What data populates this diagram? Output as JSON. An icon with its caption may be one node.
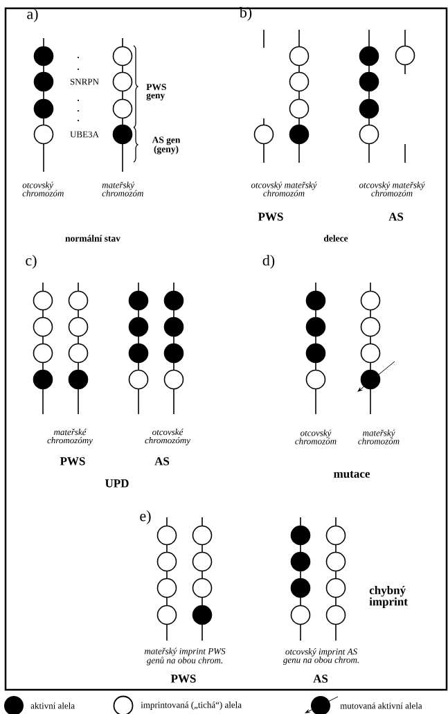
{
  "diagram": {
    "labels": [
      "a)",
      "SNRPN",
      "PWS geny",
      "UBE3A",
      "AS gen (geny)",
      "otcovský chromozóm",
      "mateřský chromozóm",
      "normální stav",
      "b)",
      "otcovský mateřský chromozóm",
      "otcovský mateřský chromozóm",
      "PWS",
      "AS",
      "delece",
      "c)",
      "mateřské chromozómy",
      "otcovské chromozómy",
      "PWS",
      "AS",
      "UPD",
      "d)",
      "otcovský chromozóm",
      "mateřský chromozóm",
      "mutace",
      "e)",
      "chybný imprint",
      "mateřský imprint PWS genů na obou chrom.",
      "otcovský imprint AS genu na obou chrom.",
      "PWS",
      "AS"
    ],
    "legend": [
      {
        "text": "aktivní alela"
      },
      {
        "text": "imprintovaná („tichá“) alela"
      },
      {
        "text": "mutovaná aktivní alela"
      }
    ]
  }
}
